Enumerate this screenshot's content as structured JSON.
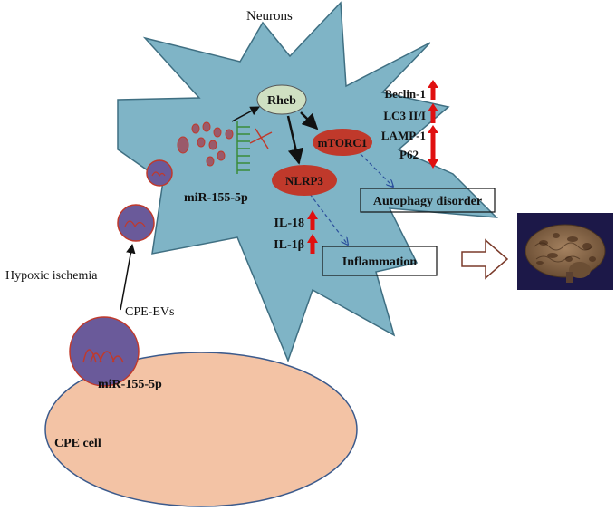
{
  "labels": {
    "neurons": "Neurons",
    "rheb": "Rheb",
    "mtorc1": "mTORC1",
    "nlrp3": "NLRP3",
    "beclin": "Beclin-1",
    "lc3": "LC3 II/I",
    "lamp": "LAMP-1",
    "p62": "P62",
    "autophagy": "Autophagy disorder",
    "il18": "IL-18",
    "il1b": "IL-1β",
    "inflammation": "Inflammation",
    "mir_neuron": "miR-155-5p",
    "hypoxic": "Hypoxic ischemia",
    "cpe_evs": "CPE-EVs",
    "mir_cell": "miR-155-5p",
    "cpe_cell": "CPE cell"
  },
  "colors": {
    "neuron_fill": "#7fb4c6",
    "neuron_stroke": "#3f6f82",
    "rheb_fill": "#cfe0c2",
    "oval_red": "#c0392b",
    "vesicle_fill": "#6a5a9a",
    "vesicle_stroke": "#c0392b",
    "cell_fill": "#f3c3a5",
    "cell_stroke": "#3b5a8c",
    "receptor_green": "#3a8c3a",
    "arrow_red": "#e01010",
    "dashed_blue": "#2b4f9c",
    "brain_bg": "#1c1848",
    "brain_fill": "#8a6a4a"
  },
  "icons": {
    "up": "up-arrow-icon",
    "down": "down-arrow-icon",
    "hollow_arrow": "hollow-right-arrow-icon",
    "brain": "brain-image"
  }
}
